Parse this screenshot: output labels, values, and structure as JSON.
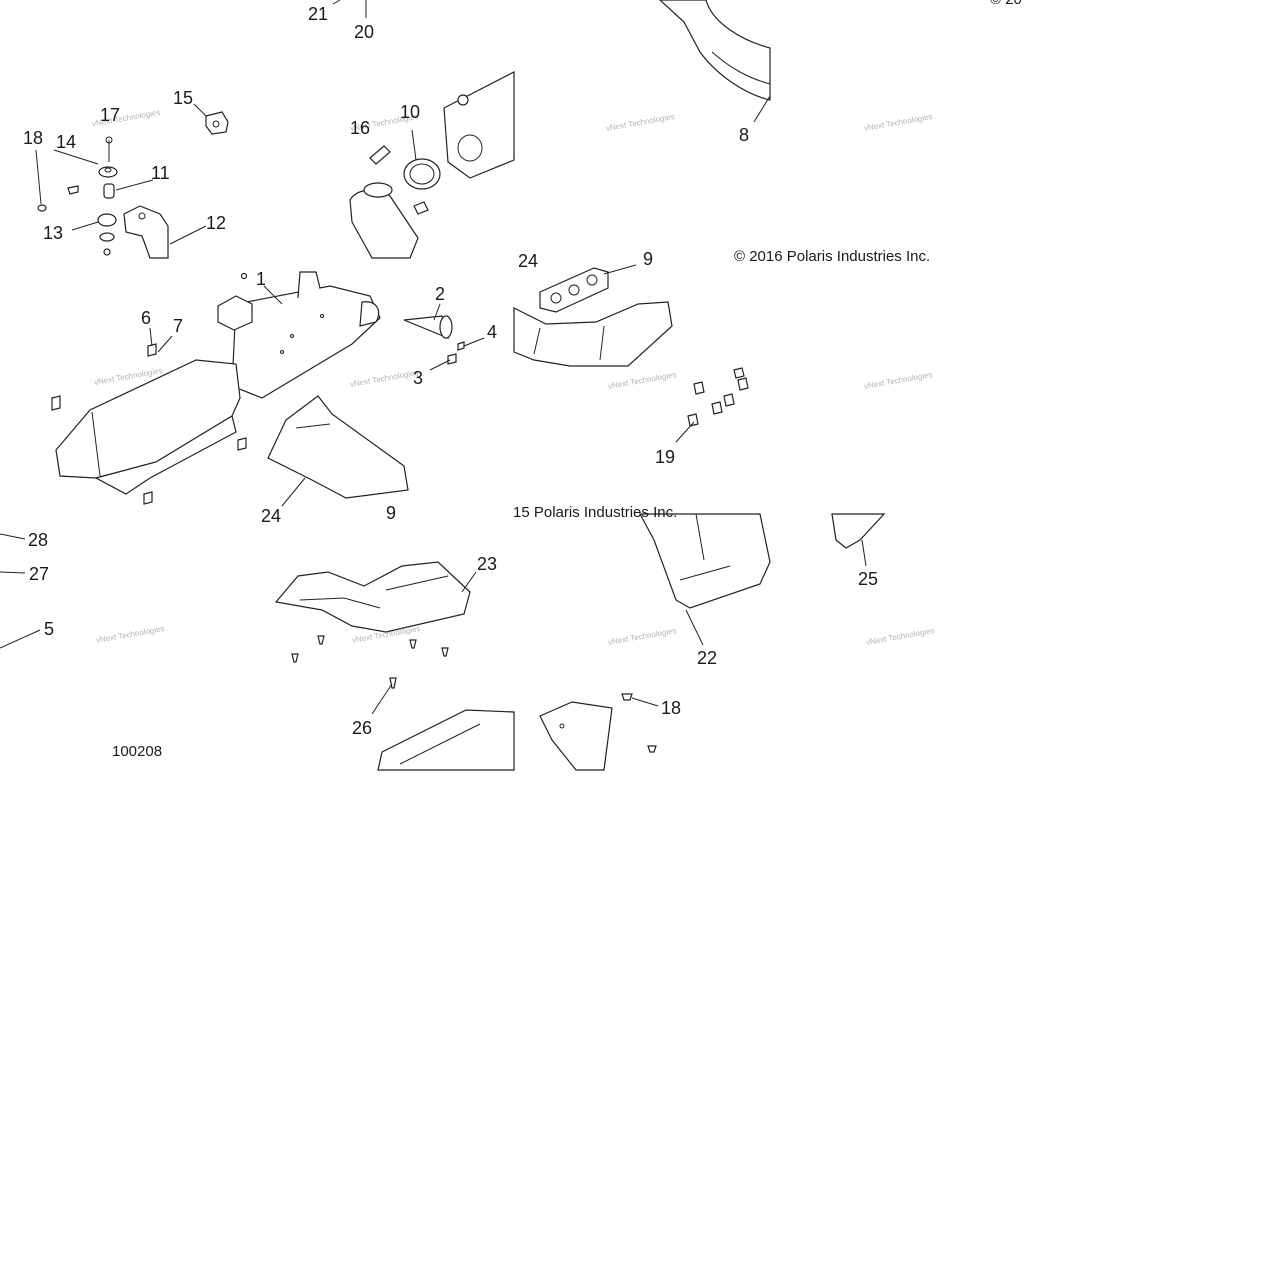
{
  "callouts": [
    "21",
    "20",
    "8",
    "15",
    "17",
    "18",
    "14",
    "16",
    "10",
    "11",
    "13",
    "12",
    "24",
    "9",
    "1",
    "2",
    "6",
    "7",
    "4",
    "3",
    "19",
    "24",
    "9",
    "28",
    "27",
    "5",
    "23",
    "22",
    "25",
    "18",
    "26"
  ],
  "copyrights": [
    "© 20",
    "© 2016 Polaris Industries Inc.",
    "15 Polaris Industries Inc."
  ],
  "diagram_id": "100208",
  "watermark": "vNext Technologies",
  "colors": {
    "line": "#222222",
    "watermark": "#9a9a9a",
    "background": "#ffffff"
  }
}
